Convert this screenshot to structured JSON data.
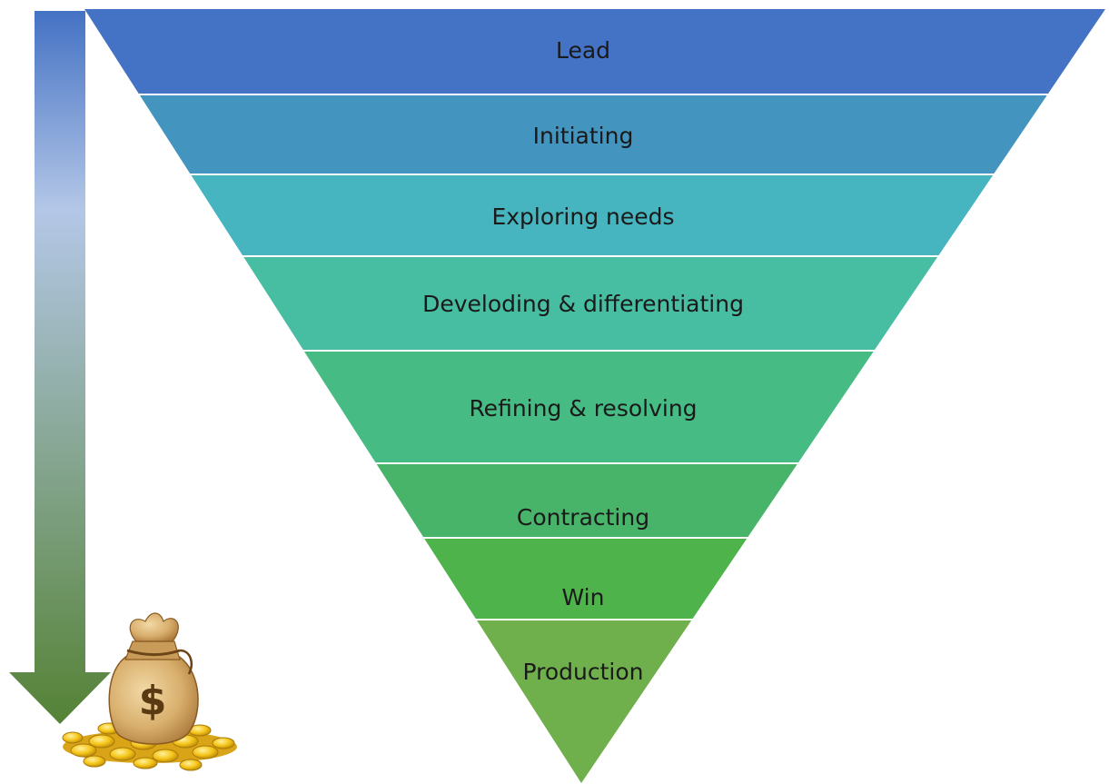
{
  "funnel": {
    "stages": [
      {
        "label": "Lead",
        "color": "#4472C4"
      },
      {
        "label": "Initiating",
        "color": "#4394BE"
      },
      {
        "label": "Exploring needs",
        "color": "#46B5BF"
      },
      {
        "label": "Develoding & differentiating",
        "color": "#47BDA2"
      },
      {
        "label": "Refining & resolving",
        "color": "#47BB84"
      },
      {
        "label": "Contracting",
        "color": "#47B46A"
      },
      {
        "label": "Win",
        "color": "#4EB34B"
      },
      {
        "label": "Production",
        "color": "#6FAF4C"
      }
    ]
  },
  "progress_arrow": {
    "colors": {
      "top": "#4472C4",
      "middle": "#B4C7E7",
      "bottom": "#548235"
    }
  },
  "illustration": {
    "icon": "money-bag-icon",
    "symbol": "$"
  }
}
